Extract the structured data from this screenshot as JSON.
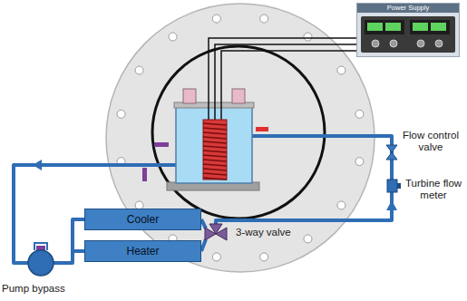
{
  "diagram": {
    "nodes": [
      {
        "text": [
          "Power Supply"
        ]
      },
      {
        "text": [
          "Cooler"
        ]
      },
      {
        "text": [
          "Heater"
        ]
      }
    ],
    "labels": [
      "Flow control valve",
      "Turbine flow meter",
      "3-way valve",
      "Pump bypass"
    ]
  }
}
